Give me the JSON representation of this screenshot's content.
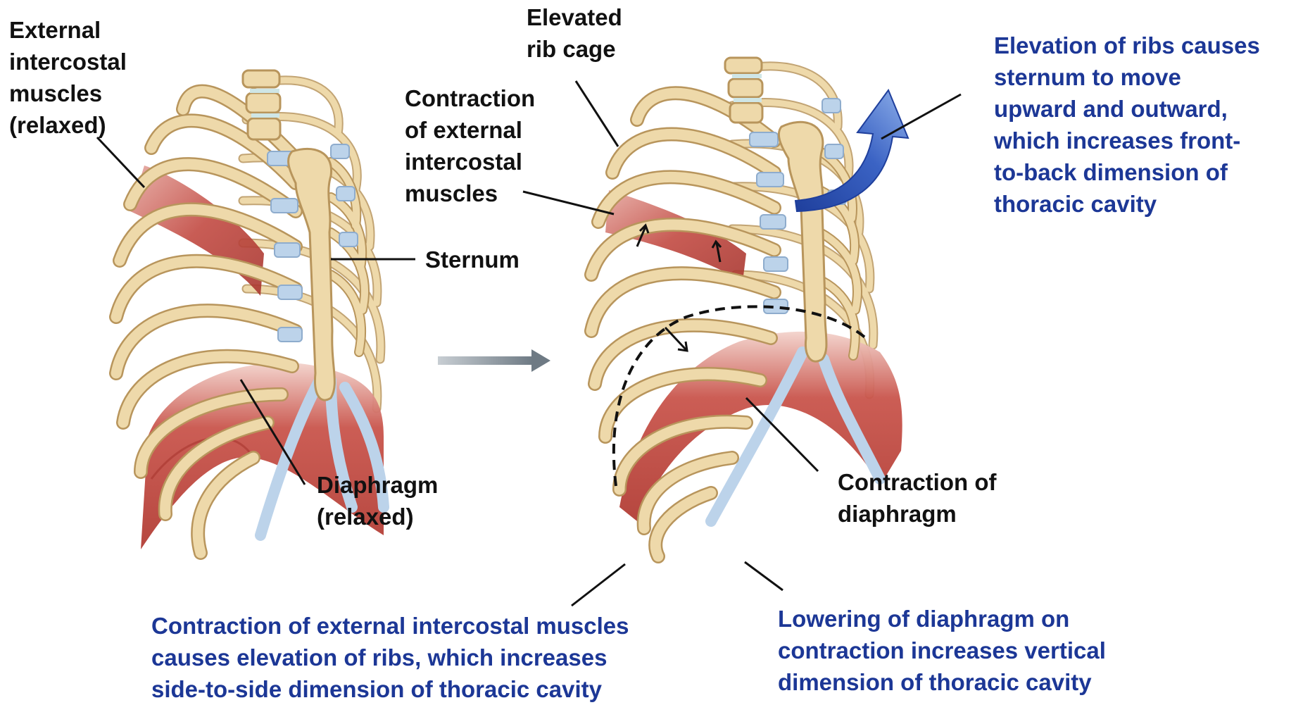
{
  "labels": {
    "external_intercostal_relaxed": "External\nintercostal\nmuscles\n(relaxed)",
    "sternum": "Sternum",
    "diaphragm_relaxed": "Diaphragm\n(relaxed)",
    "elevated_rib_cage": "Elevated\nrib cage",
    "contraction_external_intercostal": "Contraction\nof external\nintercostal\nmuscles",
    "contraction_diaphragm": "Contraction of\ndiaphragm"
  },
  "notes": {
    "sternum_elevation": "Elevation of ribs causes\nsternum to move\nupward and outward,\nwhich increases front-\nto-back dimension of\nthoracic cavity",
    "rib_elevation": "Contraction of external intercostal muscles\ncauses elevation of ribs, which increases\nside-to-side dimension of thoracic cavity",
    "diaphragm_lowering": "Lowering of diaphragm on\ncontraction increases vertical\ndimension of thoracic cavity"
  },
  "colors": {
    "bone": "#eed9aa",
    "bone_outline": "#b8955c",
    "cartilage": "#bcd3ea",
    "muscle": "#c24a42",
    "muscle_light": "#e6a9a1",
    "text": "#111111",
    "note_text": "#1c3796",
    "big_arrow": "#3b63c4",
    "transition_arrow": "#7f8a93"
  }
}
